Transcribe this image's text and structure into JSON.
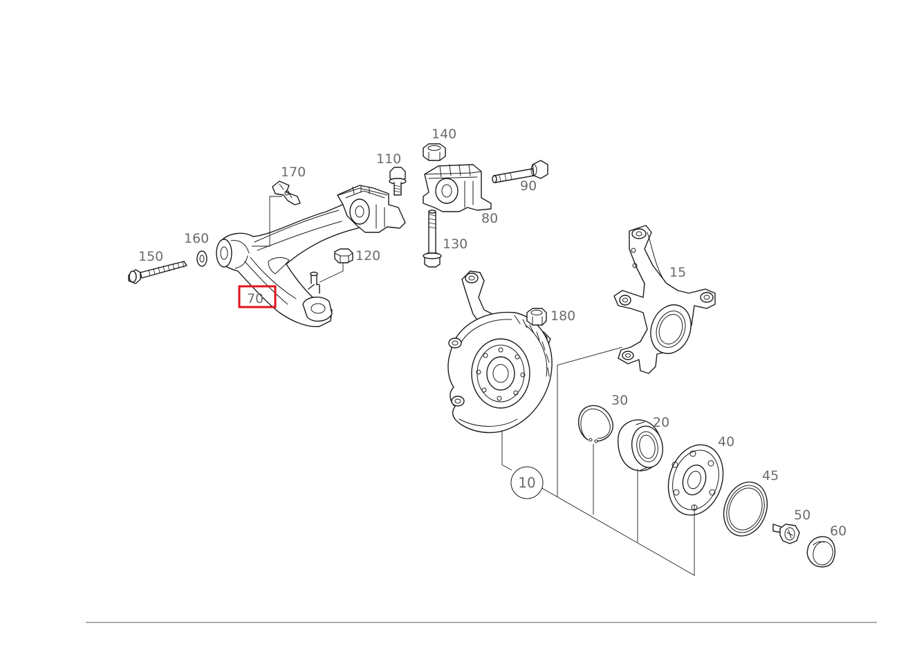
{
  "diagram": {
    "callouts": {
      "c10": "10",
      "c15": "15",
      "c20": "20",
      "c30": "30",
      "c40": "40",
      "c45": "45",
      "c50": "50",
      "c60": "60",
      "c70": "70",
      "c80": "80",
      "c90": "90",
      "c110": "110",
      "c120": "120",
      "c130": "130",
      "c140": "140",
      "c150": "150",
      "c160": "160",
      "c170": "170",
      "c180": "180"
    },
    "highlighted_part": "70",
    "colors": {
      "highlight": "#e0141b",
      "label": "#6b6b6b",
      "line": "#1a1a1a"
    }
  }
}
